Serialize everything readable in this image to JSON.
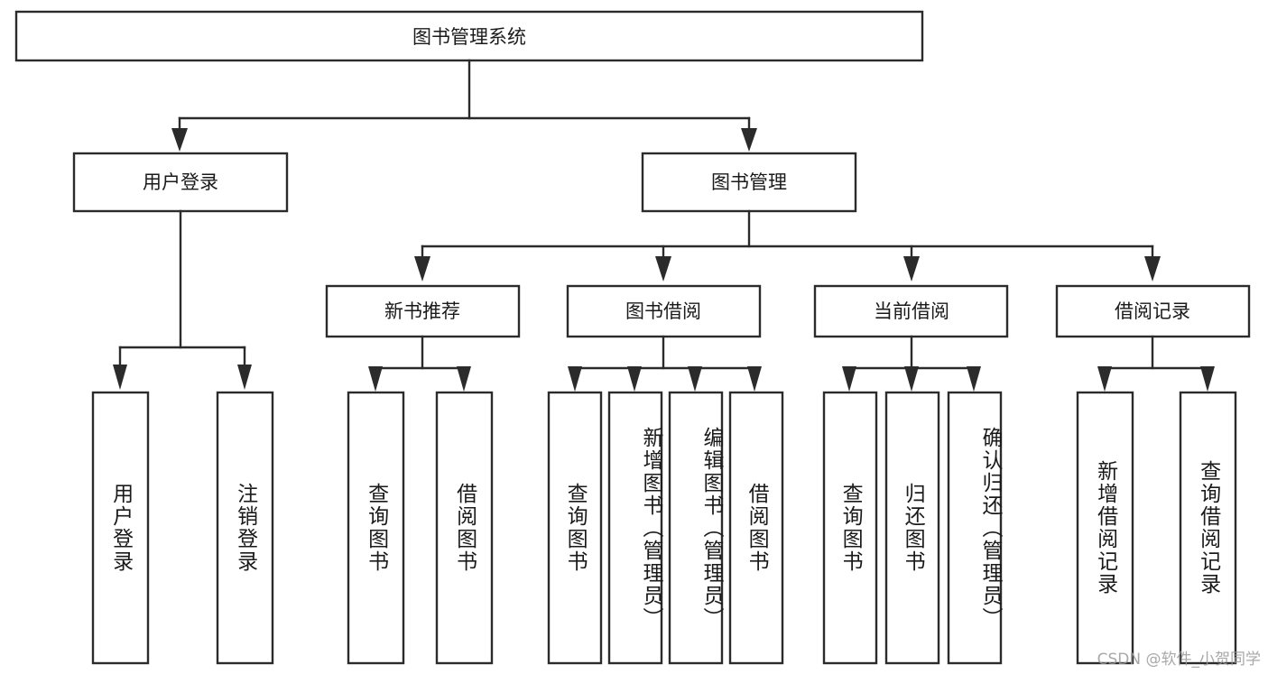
{
  "diagram": {
    "title": "图书管理系统",
    "type": "tree-hierarchy",
    "root": {
      "id": "root",
      "label": "图书管理系统"
    },
    "level2": [
      {
        "id": "user-login",
        "label": "用户登录"
      },
      {
        "id": "book-manage",
        "label": "图书管理"
      }
    ],
    "level3": [
      {
        "id": "new-book-recommend",
        "label": "新书推荐",
        "parent": "book-manage"
      },
      {
        "id": "book-borrow",
        "label": "图书借阅",
        "parent": "book-manage"
      },
      {
        "id": "current-borrow",
        "label": "当前借阅",
        "parent": "book-manage"
      },
      {
        "id": "borrow-record",
        "label": "借阅记录",
        "parent": "book-manage"
      }
    ],
    "leaves": [
      {
        "id": "leaf-user-login",
        "label": "用户登录",
        "parent": "user-login"
      },
      {
        "id": "leaf-logout",
        "label": "注销登录",
        "parent": "user-login"
      },
      {
        "id": "leaf-query-book-1",
        "label": "查询图书",
        "parent": "new-book-recommend"
      },
      {
        "id": "leaf-borrow-book-1",
        "label": "借阅图书",
        "parent": "new-book-recommend"
      },
      {
        "id": "leaf-query-book-2",
        "label": "查询图书",
        "parent": "book-borrow"
      },
      {
        "id": "leaf-add-book",
        "label": "新增图书（管理员）",
        "parent": "book-borrow"
      },
      {
        "id": "leaf-edit-book",
        "label": "编辑图书（管理员）",
        "parent": "book-borrow"
      },
      {
        "id": "leaf-borrow-book-2",
        "label": "借阅图书",
        "parent": "book-borrow"
      },
      {
        "id": "leaf-query-book-3",
        "label": "查询图书",
        "parent": "current-borrow"
      },
      {
        "id": "leaf-return-book",
        "label": "归还图书",
        "parent": "current-borrow"
      },
      {
        "id": "leaf-confirm-return",
        "label": "确认归还（管理员）",
        "parent": "current-borrow"
      },
      {
        "id": "leaf-add-record",
        "label": "新增借阅记录",
        "parent": "borrow-record"
      },
      {
        "id": "leaf-query-record",
        "label": "查询借阅记录",
        "parent": "borrow-record"
      }
    ],
    "colors": {
      "stroke": "#2b2b2b",
      "fill": "#ffffff",
      "text": "#1a1a1a",
      "watermark": "#9a9a9a"
    }
  },
  "watermark": {
    "text": "CSDN @软件_小贺同学"
  }
}
